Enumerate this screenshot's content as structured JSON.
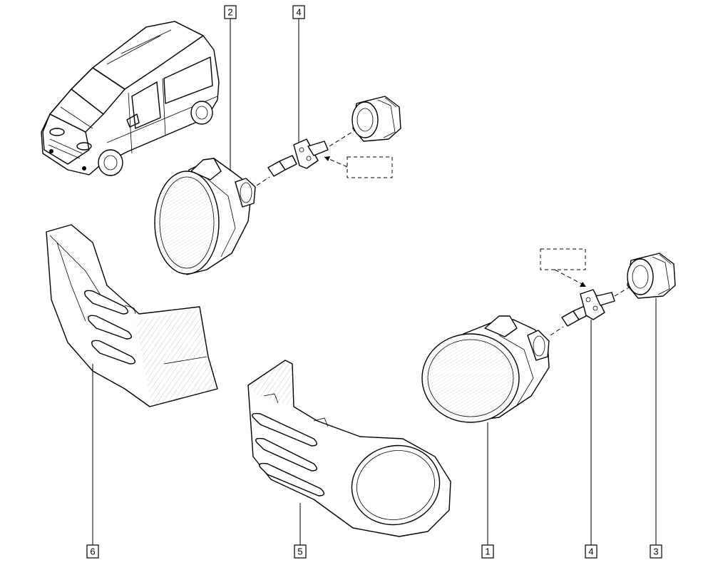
{
  "callouts": [
    {
      "id": "c2-top",
      "label": "2"
    },
    {
      "id": "c4-top",
      "label": "4"
    },
    {
      "id": "c6-bottom",
      "label": "6"
    },
    {
      "id": "c5-bottom",
      "label": "5"
    },
    {
      "id": "c1-bottom",
      "label": "1"
    },
    {
      "id": "c4-bottom",
      "label": "4"
    },
    {
      "id": "c3-bottom",
      "label": "3"
    }
  ]
}
